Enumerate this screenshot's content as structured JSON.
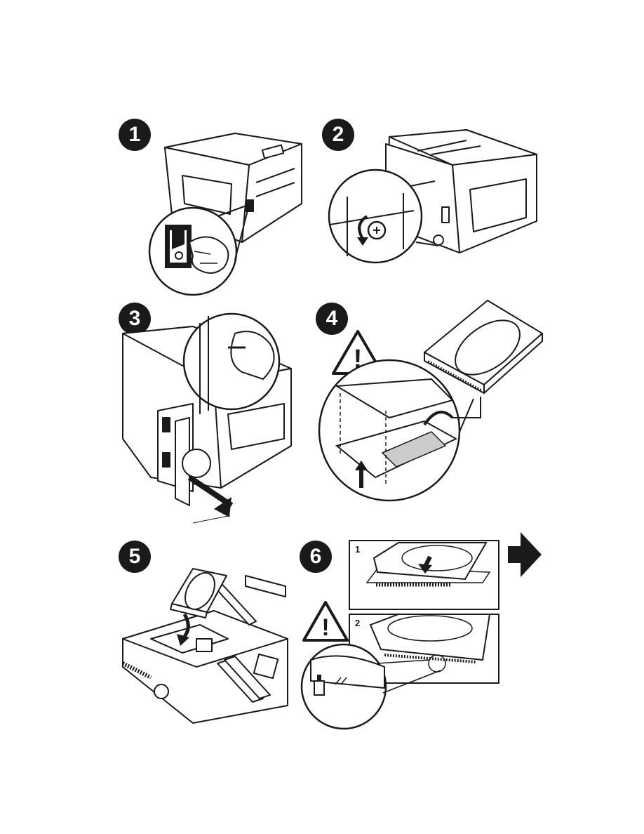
{
  "steps": [
    {
      "number": "1",
      "icon": "printer-power-switch-off"
    },
    {
      "number": "2",
      "icon": "remove-rear-thumbscrew"
    },
    {
      "number": "3",
      "icon": "pull-out-controller-board"
    },
    {
      "number": "4",
      "icon": "hard-drive-and-mounting-plate"
    },
    {
      "number": "5",
      "icon": "install-hard-drive-on-board"
    },
    {
      "number": "6",
      "icon": "connect-hard-drive-connector"
    }
  ],
  "step6_panels": [
    {
      "label": "1"
    },
    {
      "label": "2"
    }
  ],
  "warning_symbol": "!",
  "next_page_icon": "right-arrow"
}
